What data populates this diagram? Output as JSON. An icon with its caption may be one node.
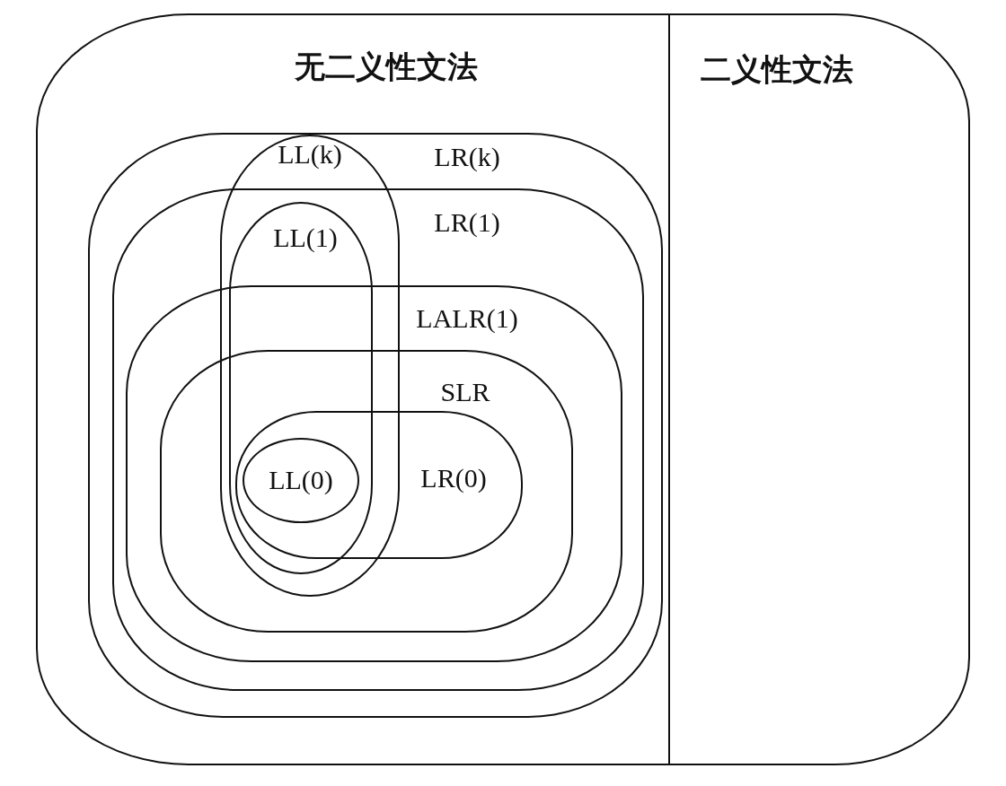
{
  "diagram": {
    "nodes": [
      {
        "text": [
          "无二义性文法"
        ]
      },
      {
        "text": [
          "二义性文法"
        ]
      },
      {
        "text": [
          "LR(k)"
        ],
        "in": 0
      },
      {
        "text": [
          "LL(k)"
        ],
        "in": 2
      },
      {
        "text": [
          "LR(1)"
        ],
        "in": 2
      },
      {
        "text": [
          "LL(1)"
        ],
        "in": 3
      },
      {
        "text": [
          "LALR(1)"
        ],
        "in": 4
      },
      {
        "text": [
          "SLR"
        ],
        "in": 6
      },
      {
        "text": [
          "LR(0)"
        ],
        "in": 7
      },
      {
        "text": [
          "LL(0)"
        ]
      }
    ]
  }
}
